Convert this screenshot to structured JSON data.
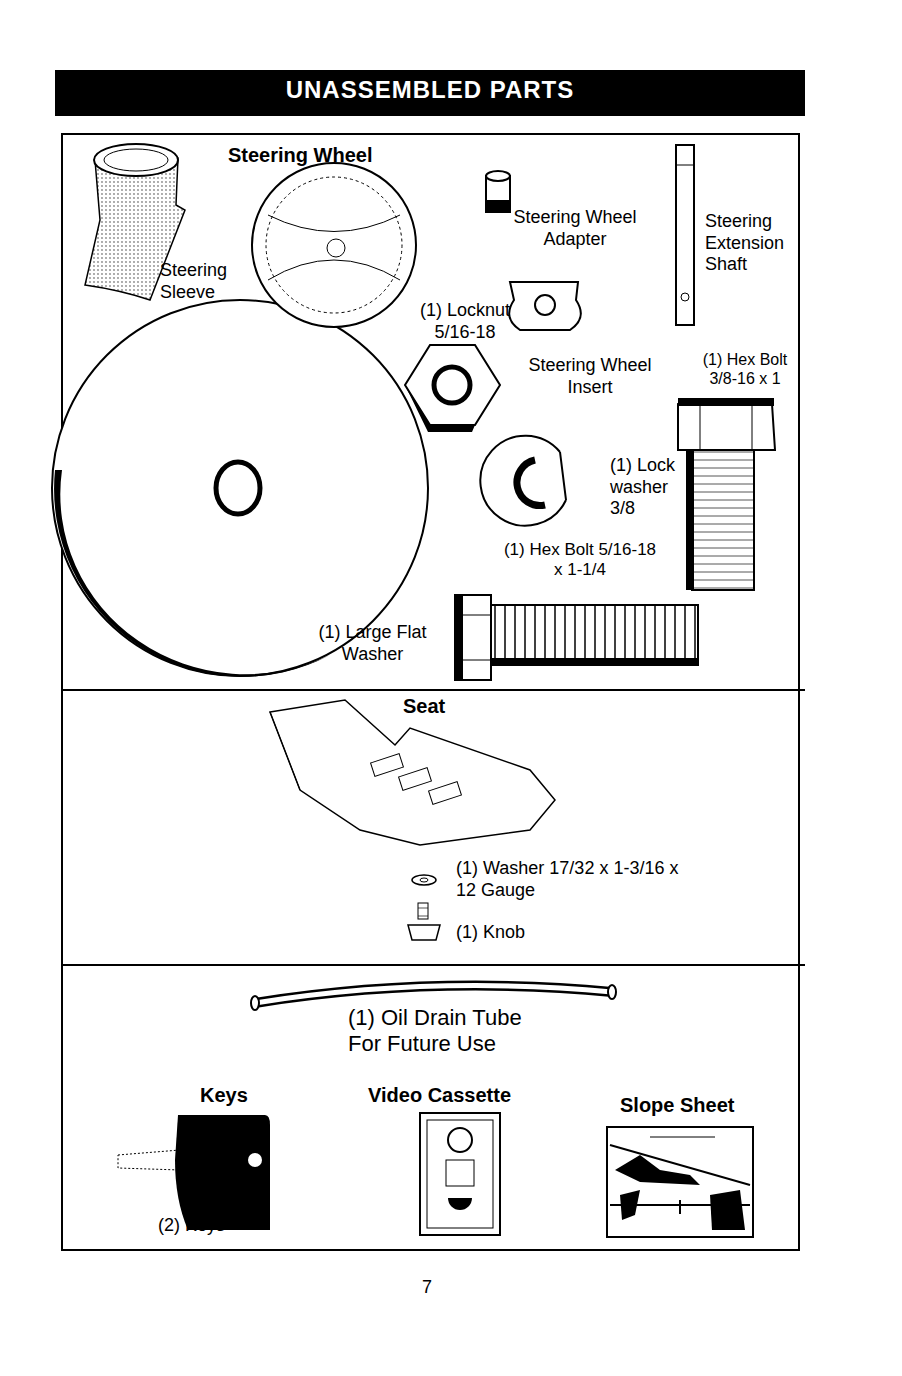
{
  "diagram": {
    "title": "UNASSEMBLED PARTS",
    "labels": [
      "Steering Wheel",
      "Steering Sleeve",
      "Steering Wheel Adapter",
      "Steering Extension Shaft",
      "(1) Locknut 5/16-18",
      "Steering Wheel Insert",
      "(1) Hex Bolt 3/8-16 x 1",
      "(1) Lock washer 3/8",
      "(1) Hex Bolt 5/16-18 x 1-1/4",
      "(1) Large Flat Washer",
      "Seat",
      "(1) Washer 17/32 x 1-3/16 x 12 Gauge",
      "(1) Knob",
      "(1) Oil Drain Tube For Future Use",
      "Keys",
      "Video Cassette",
      "Slope Sheet",
      "(2) Keys",
      "7"
    ]
  }
}
